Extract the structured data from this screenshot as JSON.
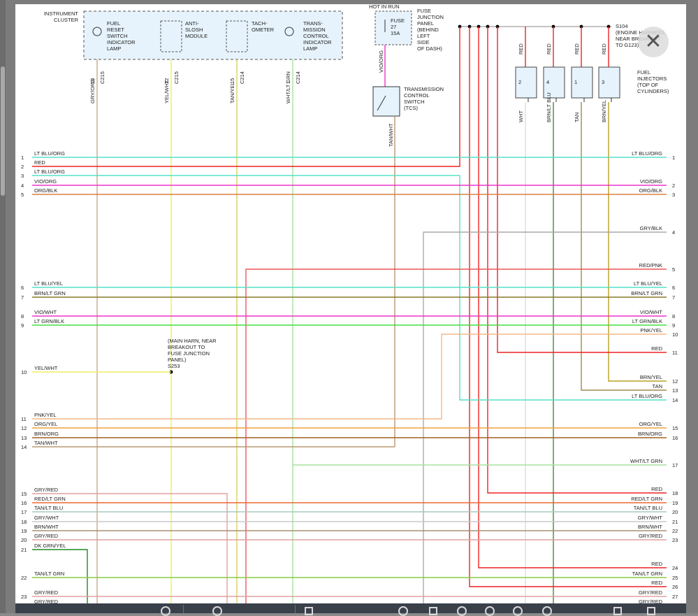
{
  "components": {
    "instrument_cluster": "INSTRUMENT CLUSTER",
    "fuel_reset": [
      "FUEL",
      "RESET",
      "SWITCH",
      "INDICATOR",
      "LAMP"
    ],
    "anti_slosh": [
      "ANTI-",
      "SLOSH",
      "MODULE"
    ],
    "tachometer": [
      "TACH-",
      "OMETER"
    ],
    "trans_lamp": [
      "TRANS-",
      "MISSION",
      "CONTROL",
      "INDICATOR",
      "LAMP"
    ],
    "hot_in_run": "HOT IN RUN",
    "fuse": [
      "FUSE",
      "27",
      "15A"
    ],
    "fuse_panel": [
      "FUSE",
      "JUNCTION",
      "PANEL",
      "(BEHIND",
      "LEFT",
      "SIDE",
      "OF DASH)"
    ],
    "tcs": [
      "TRANSMISSION",
      "CONTROL",
      "SWITCH",
      "(TCS)"
    ],
    "s104": [
      "S104",
      "(ENGINE HARNESS,",
      "NEAR BREAKOUT",
      "TO G123)"
    ],
    "injectors": [
      "FUEL",
      "INJECTORS",
      "(TOP OF",
      "CYLINDERS)"
    ],
    "s253": [
      "(MAIN HARN, NEAR",
      "BREAKOUT TO",
      "FUSE JUNCTION",
      "PANEL)",
      "S253"
    ]
  },
  "cluster_pins": [
    {
      "wire": "GRY/ORG",
      "pin": "10",
      "conn": "C215"
    },
    {
      "wire": "YEL/WHT",
      "pin": "12",
      "conn": "C215"
    },
    {
      "wire": "TAN/YEL",
      "pin": "15",
      "conn": "C214"
    },
    {
      "wire": "WHT/LT GRN",
      "pin": "1",
      "conn": "C214"
    }
  ],
  "tcs_wires": {
    "top": "VIO/ORG",
    "bottom": "TAN/WHT"
  },
  "injector_cols": [
    {
      "num": "2",
      "top": "RED",
      "bottom": "WHT"
    },
    {
      "num": "4",
      "top": "RED",
      "bottom": "BRN/LT BLU"
    },
    {
      "num": "1",
      "top": "RED",
      "bottom": "TAN"
    },
    {
      "num": "3",
      "top": "RED",
      "bottom": "BRN/YEL"
    }
  ],
  "left_rows": [
    {
      "n": "1",
      "label": "LT BLU/ORG",
      "color": "#55e0c8"
    },
    {
      "n": "2",
      "label": "RED",
      "color": "#ee2222"
    },
    {
      "n": "3",
      "label": "LT BLU/ORG",
      "color": "#55e0c8"
    },
    {
      "n": "4",
      "label": "VIO/ORG",
      "color": "#ee33cc"
    },
    {
      "n": "5",
      "label": "ORG/BLK",
      "color": "#d98040"
    },
    {
      "n": "6",
      "label": "LT BLU/YEL",
      "color": "#55e0c8"
    },
    {
      "n": "7",
      "label": "BRN/LT GRN",
      "color": "#8a7a2a"
    },
    {
      "n": "8",
      "label": "VIO/WHT",
      "color": "#ee33cc"
    },
    {
      "n": "9",
      "label": "LT GRN/BLK",
      "color": "#44dd44"
    },
    {
      "n": "10",
      "label": "YEL/WHT",
      "color": "#f0ee60"
    },
    {
      "n": "11",
      "label": "PNK/YEL",
      "color": "#f4b888"
    },
    {
      "n": "12",
      "label": "ORG/YEL",
      "color": "#f0a040"
    },
    {
      "n": "13",
      "label": "BRN/ORG",
      "color": "#a06020"
    },
    {
      "n": "14",
      "label": "TAN/WHT",
      "color": "#b89870"
    },
    {
      "n": "15",
      "label": "GRY/RED",
      "color": "#e0a0a0"
    },
    {
      "n": "16",
      "label": "RED/LT GRN",
      "color": "#ee6633"
    },
    {
      "n": "17",
      "label": "TAN/LT BLU",
      "color": "#a8c8c0"
    },
    {
      "n": "18",
      "label": "GRY/WHT",
      "color": "#c8c8c8"
    },
    {
      "n": "19",
      "label": "BRN/WHT",
      "color": "#a89070"
    },
    {
      "n": "20",
      "label": "GRY/RED",
      "color": "#e0a0a0"
    },
    {
      "n": "21",
      "label": "DK GRN/YEL",
      "color": "#228822"
    },
    {
      "n": "22",
      "label": "TAN/LT GRN",
      "color": "#88cc44"
    },
    {
      "n": "23",
      "label": "GRY/RED",
      "color": "#e0a0a0"
    },
    {
      "n": "",
      "label": "GRY/RED",
      "color": "#e0a0a0"
    }
  ],
  "right_rows": [
    {
      "n": "1",
      "label": "LT BLU/ORG",
      "color": "#55e0c8"
    },
    {
      "n": "2",
      "label": "VIO/ORG",
      "color": "#ee33cc"
    },
    {
      "n": "3",
      "label": "ORG/BLK",
      "color": "#d98040"
    },
    {
      "n": "4",
      "label": "GRY/BLK",
      "color": "#aaaaaa"
    },
    {
      "n": "5",
      "label": "RED/PNK",
      "color": "#ee5555"
    },
    {
      "n": "6",
      "label": "LT BLU/YEL",
      "color": "#55e0c8"
    },
    {
      "n": "7",
      "label": "BRN/LT GRN",
      "color": "#8a7a2a"
    },
    {
      "n": "8",
      "label": "VIO/WHT",
      "color": "#ee33cc"
    },
    {
      "n": "9",
      "label": "LT GRN/BLK",
      "color": "#44dd44"
    },
    {
      "n": "10",
      "label": "PNK/YEL",
      "color": "#f4b888"
    },
    {
      "n": "11",
      "label": "RED",
      "color": "#ee2222"
    },
    {
      "n": "12",
      "label": "BRN/YEL",
      "color": "#b8a020"
    },
    {
      "n": "13",
      "label": "TAN",
      "color": "#b89870"
    },
    {
      "n": "14",
      "label": "LT BLU/ORG",
      "color": "#55e0c8"
    },
    {
      "n": "15",
      "label": "ORG/YEL",
      "color": "#f0a040"
    },
    {
      "n": "16",
      "label": "BRN/ORG",
      "color": "#a06020"
    },
    {
      "n": "17",
      "label": "WHT/LT GRN",
      "color": "#a8e0a0"
    },
    {
      "n": "18",
      "label": "RED",
      "color": "#ee2222"
    },
    {
      "n": "19",
      "label": "RED/LT GRN",
      "color": "#ee6633"
    },
    {
      "n": "20",
      "label": "TAN/LT BLU",
      "color": "#a8c8c0"
    },
    {
      "n": "21",
      "label": "GRY/WHT",
      "color": "#c8c8c8"
    },
    {
      "n": "22",
      "label": "BRN/WHT",
      "color": "#a89070"
    },
    {
      "n": "23",
      "label": "GRY/RED",
      "color": "#e0a0a0"
    },
    {
      "n": "24",
      "label": "RED",
      "color": "#ee2222"
    },
    {
      "n": "25",
      "label": "TAN/LT GRN",
      "color": "#88cc44"
    },
    {
      "n": "26",
      "label": "RED",
      "color": "#ee2222"
    },
    {
      "n": "27",
      "label": "GRY/RED",
      "color": "#e0a0a0"
    },
    {
      "n": "",
      "label": "GRY/RED",
      "color": "#e0a0a0"
    }
  ],
  "viewer": {
    "close_symbol": "✕"
  }
}
